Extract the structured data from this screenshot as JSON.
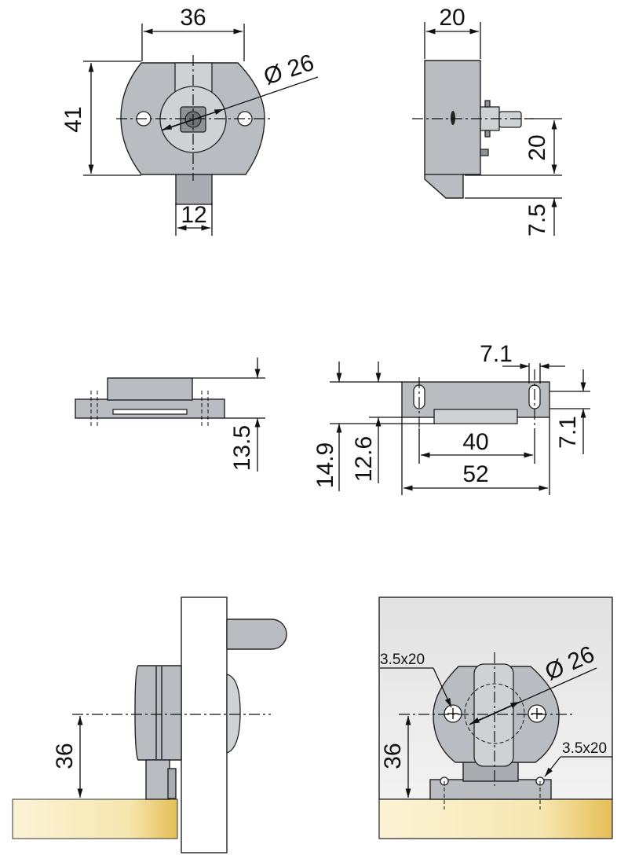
{
  "dimensions": {
    "front_width": "36",
    "front_height": "41",
    "front_diameter": "Ø 26",
    "front_stem": "12",
    "side_depth": "20",
    "side_height": "20",
    "side_offset": "7.5",
    "flat_height": "13.5",
    "plate_slot": "7.1",
    "plate_slot_v": "7.1",
    "plate_h1": "14.9",
    "plate_h2": "12.6",
    "plate_inner": "40",
    "plate_outer": "52",
    "mount_left_height": "36",
    "mount_right_height": "36",
    "mount_screw_top": "3.5x20",
    "mount_screw_bottom": "3.5x20",
    "mount_diameter": "Ø 26"
  },
  "colors": {
    "body": "#b9bcc0",
    "wood_top": "#f7e9b8",
    "wood_bottom": "#e7c25c",
    "panel": "#e4e4e4"
  }
}
